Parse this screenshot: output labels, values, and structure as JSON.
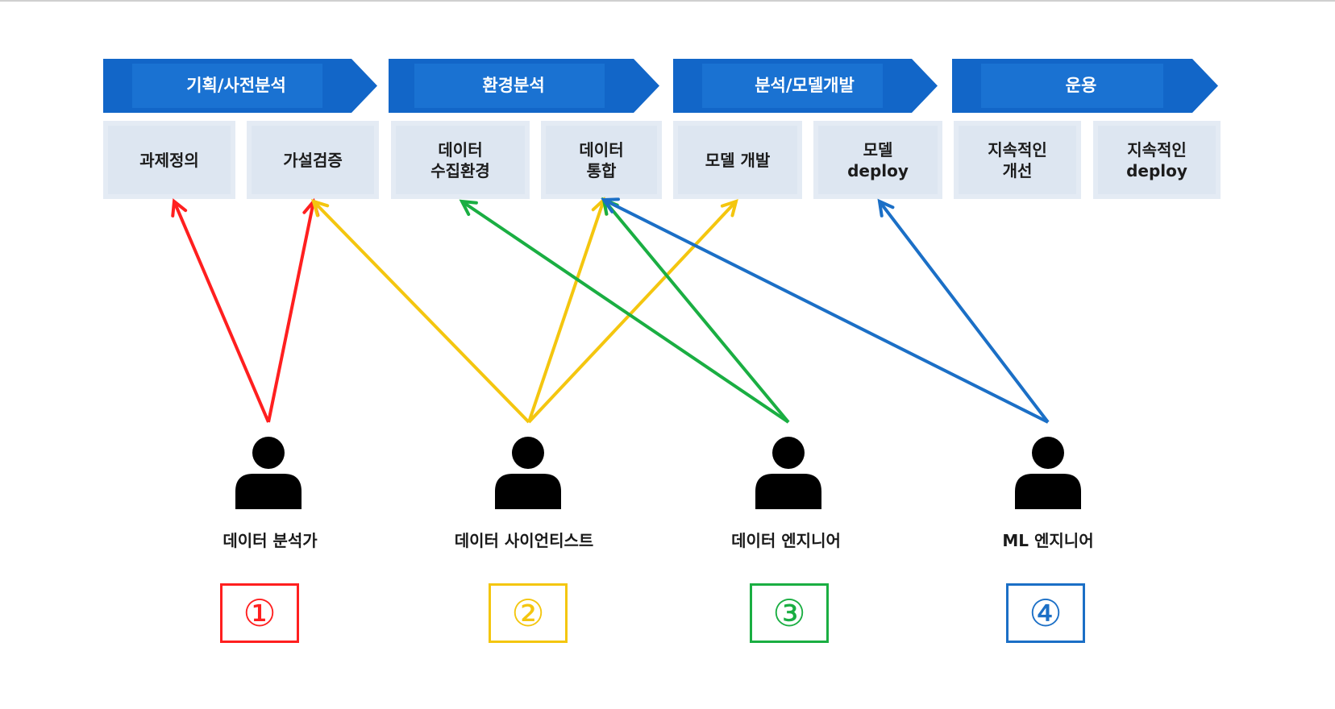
{
  "stages": [
    {
      "label": "기획/사전분석"
    },
    {
      "label": "환경분석"
    },
    {
      "label": "분석/모델개발"
    },
    {
      "label": "운용"
    }
  ],
  "tasks": [
    {
      "id": "problem-definition",
      "lines": [
        "과제정의"
      ]
    },
    {
      "id": "hypothesis-verification",
      "lines": [
        "가설검증"
      ]
    },
    {
      "id": "data-collection-env",
      "lines": [
        "데이터",
        "수집환경"
      ]
    },
    {
      "id": "data-integration",
      "lines": [
        "데이터",
        "통합"
      ]
    },
    {
      "id": "model-development",
      "lines": [
        "모델 개발"
      ]
    },
    {
      "id": "model-deploy",
      "lines": [
        "모델",
        "deploy"
      ]
    },
    {
      "id": "continuous-improvement",
      "lines": [
        "지속적인",
        "개선"
      ]
    },
    {
      "id": "continuous-deploy",
      "lines": [
        "지속적인",
        "deploy"
      ]
    }
  ],
  "roles": [
    {
      "label": "데이터 분석가",
      "number": "①",
      "color": "#ff1f1f",
      "targets": [
        0,
        1
      ]
    },
    {
      "label": "데이터 사이언티스트",
      "number": "②",
      "color": "#f4c60f",
      "targets": [
        1,
        3,
        4
      ]
    },
    {
      "label": "데이터 엔지니어",
      "number": "③",
      "color": "#1aae42",
      "targets": [
        2,
        3
      ]
    },
    {
      "label": "ML 엔지니어",
      "number": "④",
      "color": "#1b6fc6",
      "targets": [
        3,
        5
      ]
    }
  ],
  "colors": {
    "stage_fill": "#1266c8",
    "stage_inner": "#1a72d2",
    "task_fill": "#dde6f1",
    "person_fill": "#000000"
  }
}
